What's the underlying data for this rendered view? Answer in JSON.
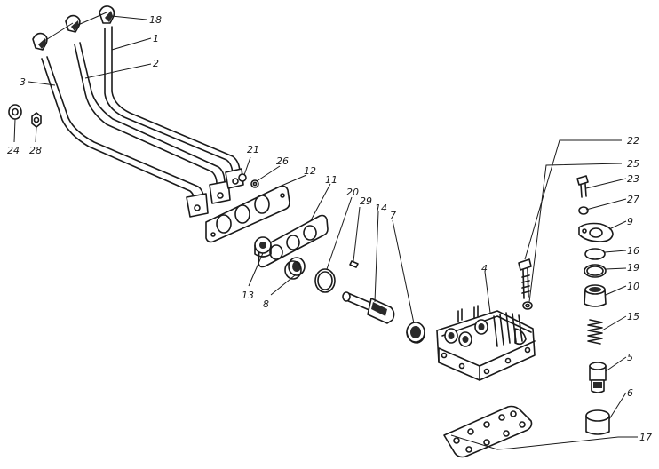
{
  "diagram": {
    "callouts": {
      "c1": "1",
      "c2": "2",
      "c3": "3",
      "c4": "4",
      "c5": "5",
      "c6": "6",
      "c7": "7",
      "c8": "8",
      "c9": "9",
      "c10": "10",
      "c11": "11",
      "c12": "12",
      "c13": "13",
      "c14": "14",
      "c15": "15",
      "c16": "16",
      "c17": "17",
      "c18": "18",
      "c19": "19",
      "c20": "20",
      "c21": "21",
      "c22": "22",
      "c23": "23",
      "c24": "24",
      "c25": "25",
      "c26": "26",
      "c27": "27",
      "c28": "28",
      "c29": "29"
    },
    "ink_color": "#1a1a1a",
    "background_color": "#ffffff"
  }
}
